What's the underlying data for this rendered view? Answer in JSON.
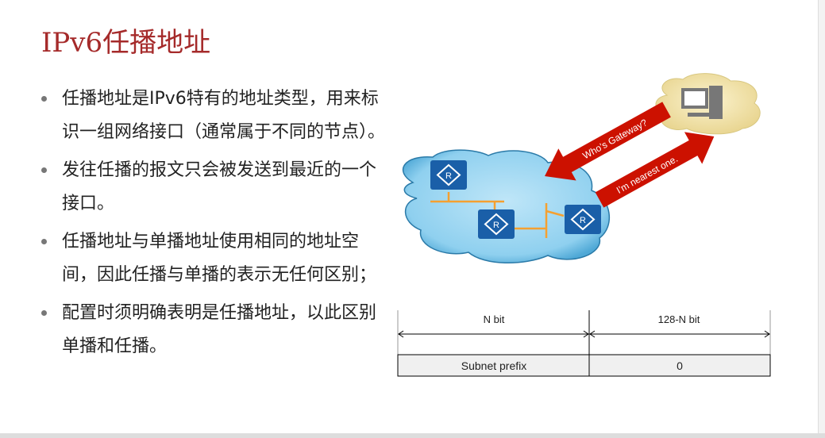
{
  "title": "IPv6任播地址",
  "bullets": [
    "任播地址是IPv6特有的地址类型，用来标识一组网络接口（通常属于不同的节点）。",
    "发往任播的报文只会被发送到最近的一个接口。",
    "任播地址与单播地址使用相同的地址空间，因此任播与单播的表示无任何区别；",
    "配置时须明确表明是任播地址，以此区别单播和任播。"
  ],
  "diagram": {
    "arrow_request": "Who’s Gateway?",
    "arrow_reply": "I’m nearest one.",
    "router_label": "R",
    "colors": {
      "arrow": "#cc1100",
      "router": "#1a5fa8",
      "cloud": "#8fd0ef",
      "host_cloud": "#f0e4a8",
      "link": "#f5a030"
    }
  },
  "address_format": {
    "left_width_label": "N bit",
    "right_width_label": "128-N bit",
    "left_field": "Subnet prefix",
    "right_field": "0"
  }
}
